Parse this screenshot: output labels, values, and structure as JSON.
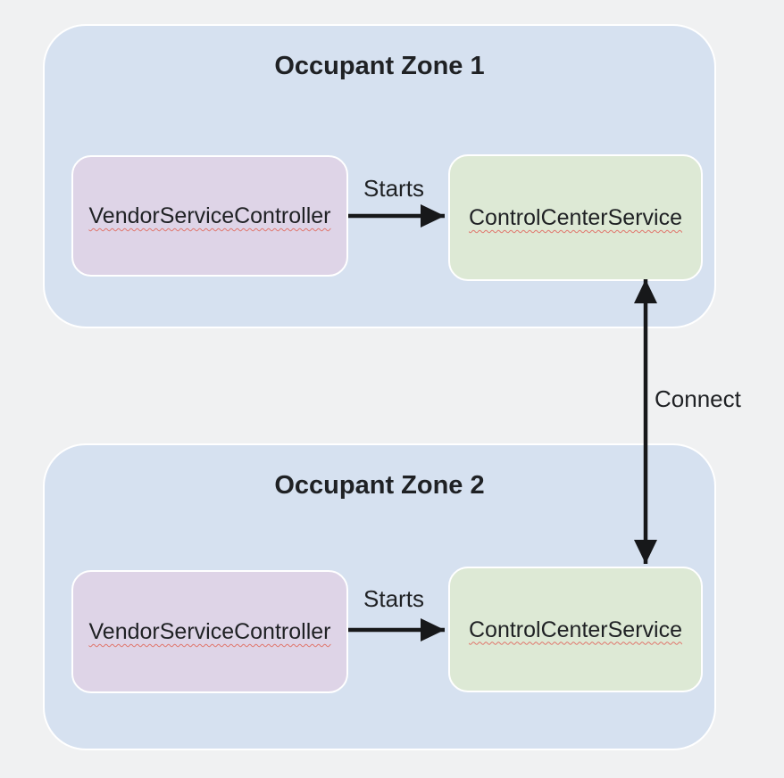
{
  "diagram": {
    "connect_label": "Connect"
  },
  "zones": [
    {
      "title": "Occupant Zone 1",
      "edge_label": "Starts",
      "nodes": [
        {
          "label": "VendorServiceController"
        },
        {
          "label": "ControlCenterService"
        }
      ]
    },
    {
      "title": "Occupant Zone 2",
      "edge_label": "Starts",
      "nodes": [
        {
          "label": "VendorServiceController"
        },
        {
          "label": "ControlCenterService"
        }
      ]
    }
  ],
  "colors": {
    "background": "#f0f1f2",
    "zone_fill": "#d6e1f0",
    "vendor_fill": "#ded4e7",
    "control_fill": "#dde9d5",
    "box_border": "#ffffff",
    "arrow": "#17181a",
    "text": "#1f2124",
    "spellcheck_underline": "#e0756b"
  }
}
